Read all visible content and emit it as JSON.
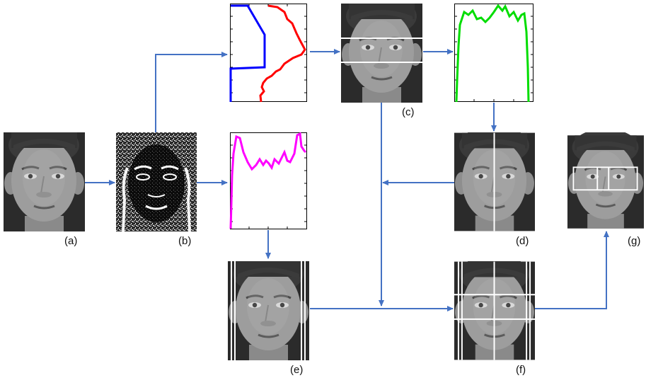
{
  "labels": {
    "a": "(a)",
    "b": "(b)",
    "c": "(c)",
    "d": "(d)",
    "e": "(e)",
    "f": "(f)",
    "g": "(g)"
  },
  "colors": {
    "arrow": "#4472c4",
    "horizontal_projection_edge": "#ff0000",
    "horizontal_projection_gray": "#0000ff",
    "vertical_projection_edge": "#ff00ff",
    "vertical_projection_eye_band": "#00dd00",
    "overlay_lines": "#ffffff"
  }
}
